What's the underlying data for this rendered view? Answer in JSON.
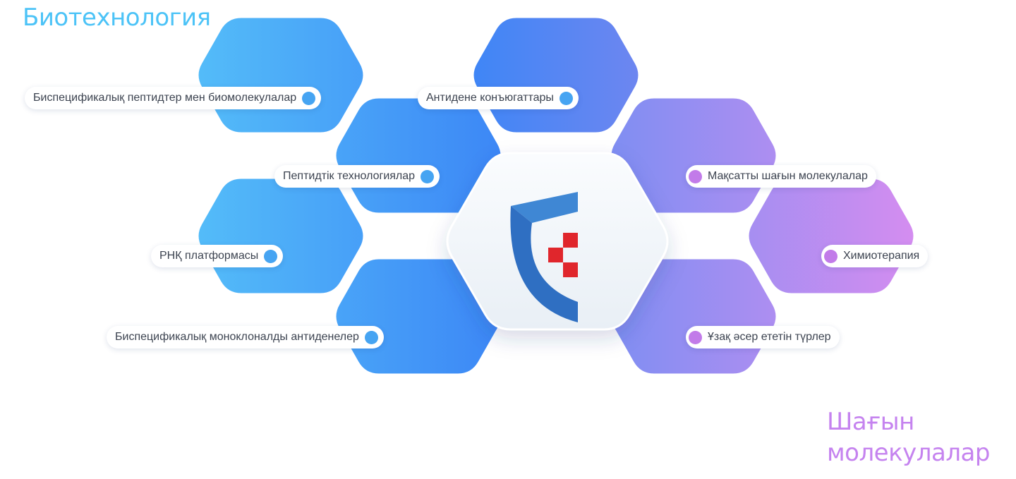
{
  "titles": {
    "biotech": "Биотехнология",
    "small_molecules_line1": "Шағын",
    "small_molecules_line2": "молекулалар"
  },
  "labels": {
    "bispecific_peptides": "Биспецификалық пептидтер мен биомолекулалар",
    "antibody_conjugates": "Антидене конъюгаттары",
    "peptide_technologies": "Пептидтік технологиялар",
    "targeted_small_molecules": "Мақсатты шағын молекулалар",
    "rna_platform": "РНҚ платформасы",
    "chemotherapy": "Химиотерапия",
    "bispecific_monoclonal": "Биспецификалық моноклоналды антиденелер",
    "long_acting": "Ұзақ әсер ететін түрлер"
  },
  "colors": {
    "biotech_title": "#4cc3f7",
    "small_molecules_title": "#c583ef",
    "biotech_hex_light": "#54bdf9",
    "biotech_hex_dark": "#3c86f6",
    "small_hex_light": "#8a8cf1",
    "small_hex_dark": "#d48cf0",
    "biotech_dot": "#46a4f2",
    "small_dot": "#c27be9",
    "logo_red": "#e0262c",
    "logo_blue": "#2f6fc2"
  },
  "icons": {
    "center": "company-logo-icon"
  }
}
